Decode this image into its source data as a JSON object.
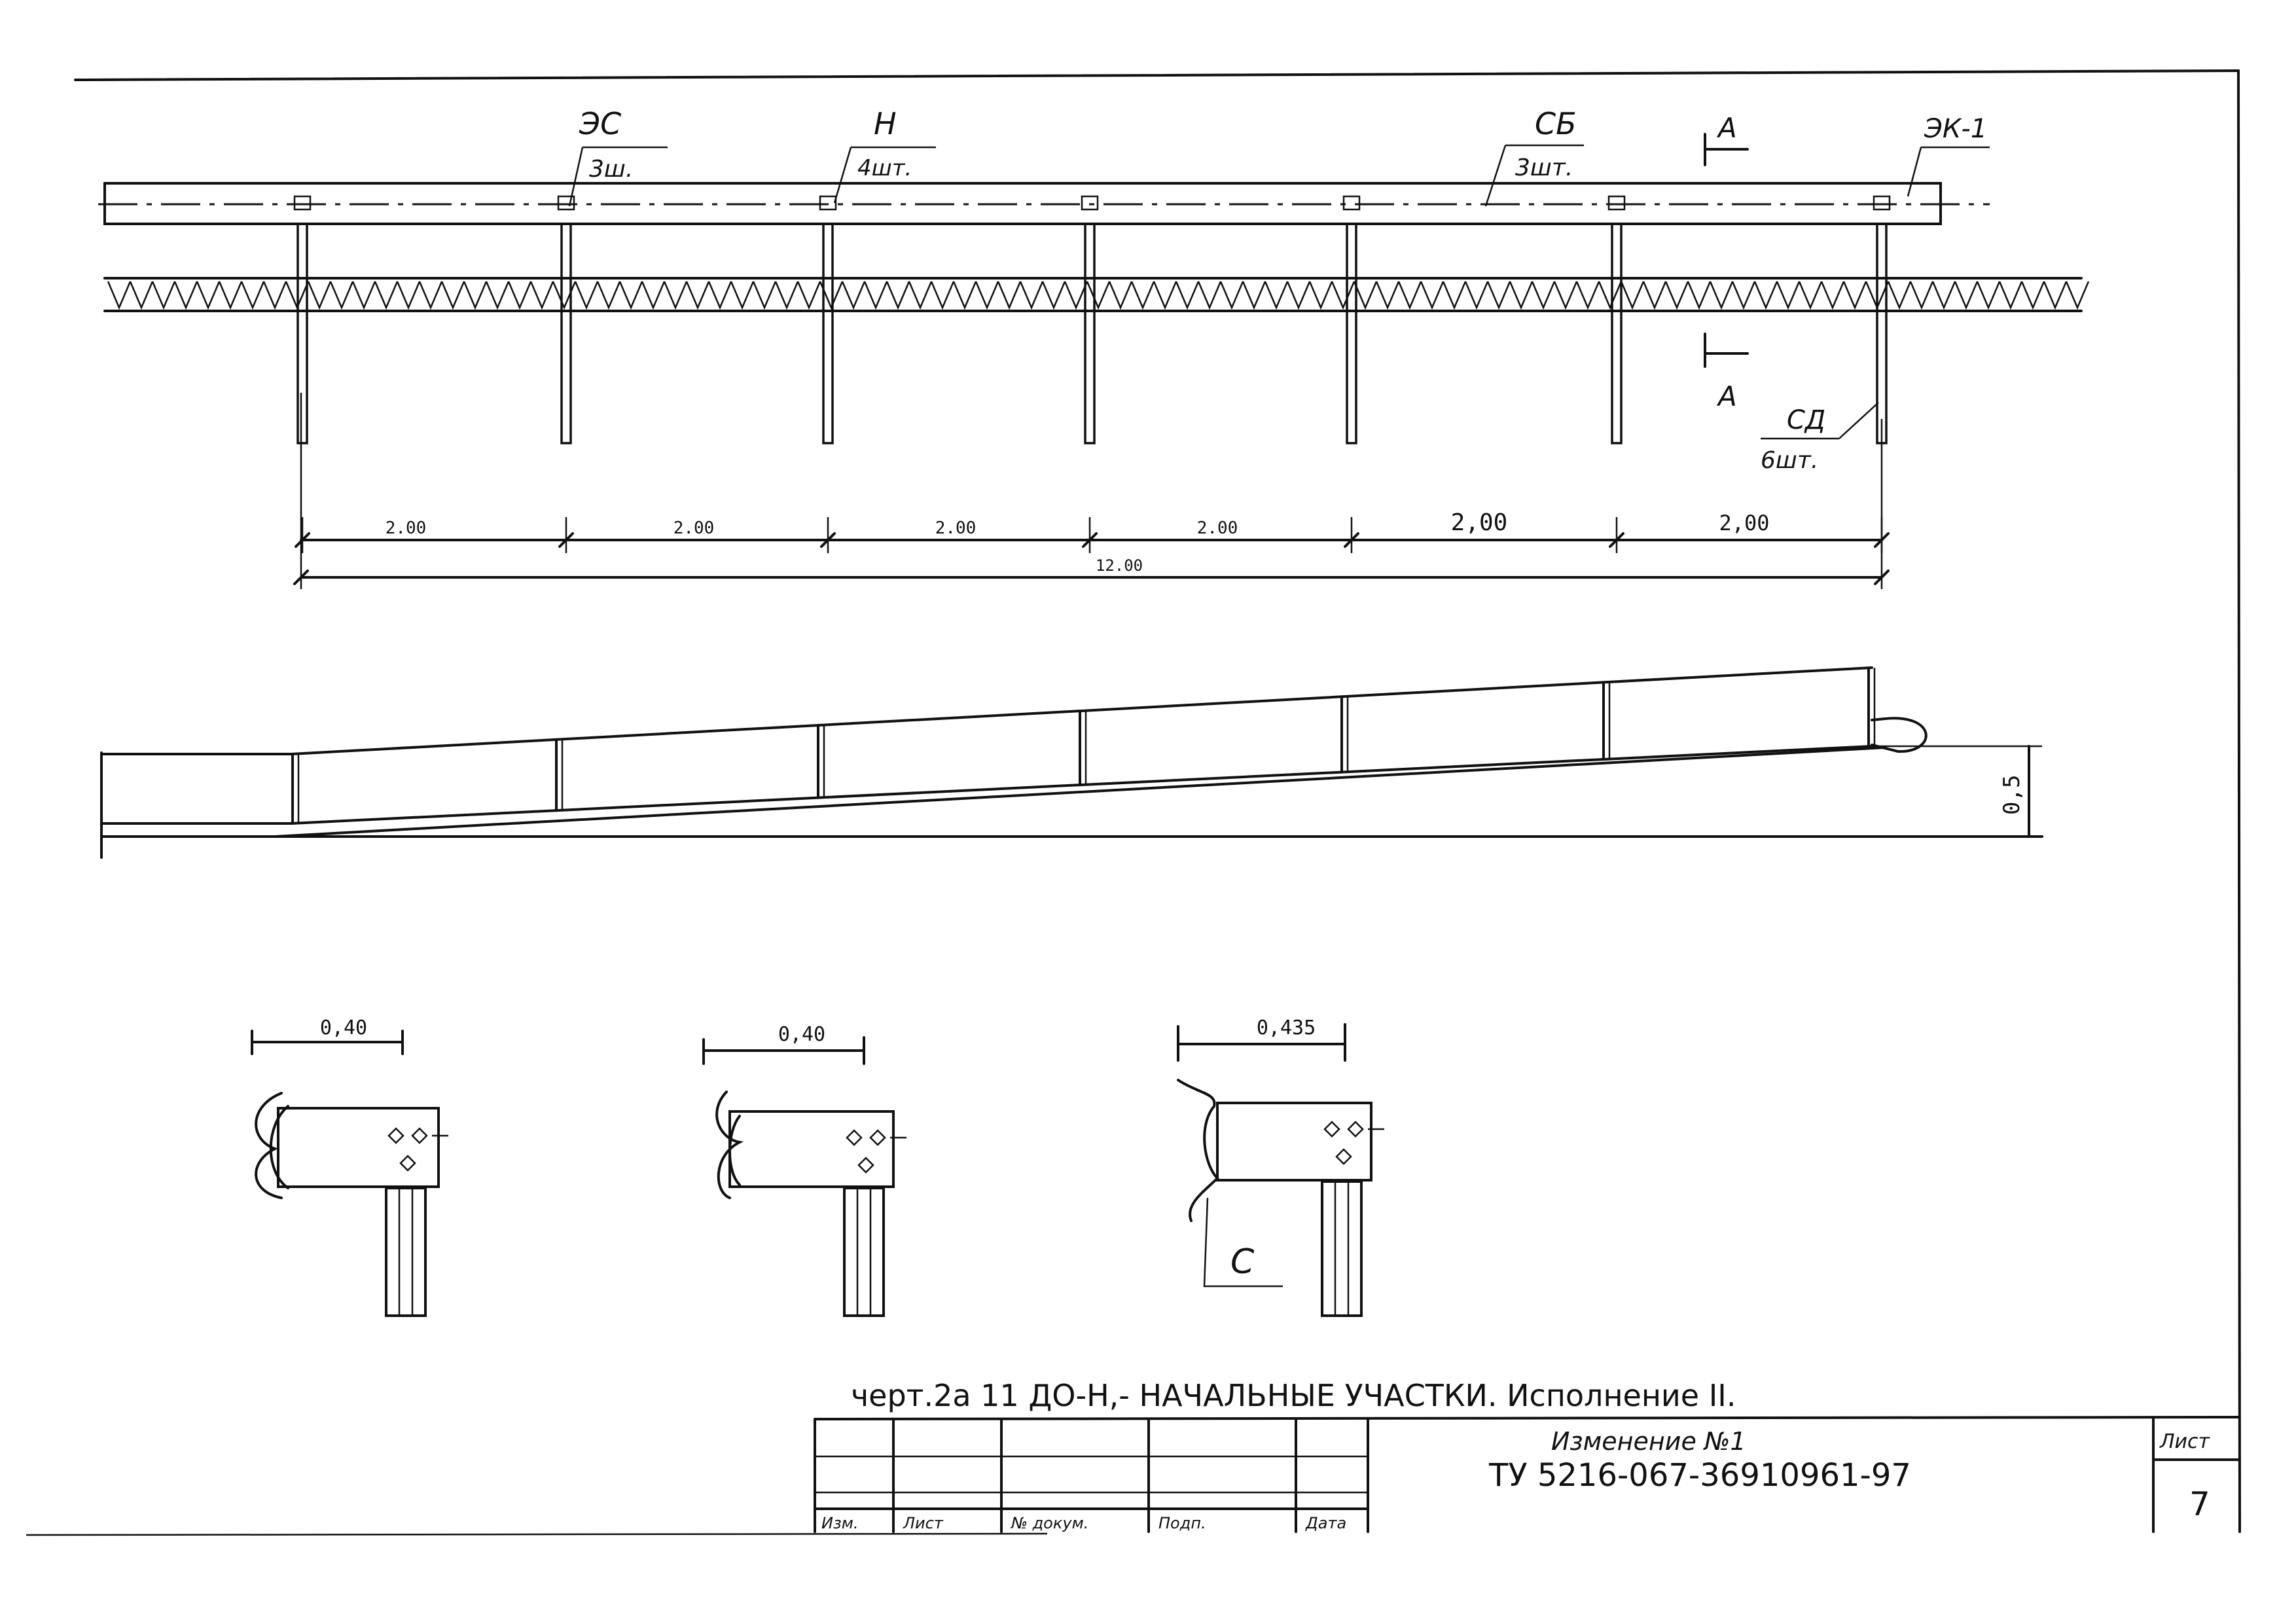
{
  "plan": {
    "labels": {
      "es": "ЭС",
      "es_qty": "3ш.",
      "n": "Н",
      "n_qty": "4шт.",
      "sb": "СБ",
      "sb_qty": "3шт.",
      "ek": "ЭК-1",
      "cd": "СД",
      "cd_qty": "6шт.",
      "section_top": "А",
      "section_bottom": "А"
    },
    "spans": [
      "2.00",
      "2.00",
      "2.00",
      "2.00",
      "2,00",
      "2,00"
    ],
    "total": "12.00"
  },
  "elevation": {
    "height_label": "0,5"
  },
  "details": [
    {
      "width": "0,40"
    },
    {
      "width": "0,40"
    },
    {
      "width": "0,435",
      "callout": "С"
    }
  ],
  "caption": {
    "text": "черт.2а  11 ДО-Н,- НАЧАЛЬНЫЕ УЧАСТКИ. Исполнение II."
  },
  "title_block": {
    "change": "Изменение №1",
    "doc_code": "ТУ 5216-067-36910961-97",
    "sheet_label": "Лист",
    "sheet_number": "7",
    "columns": [
      "Изм.",
      "Лист",
      "№ докум.",
      "Подп.",
      "Дата"
    ]
  }
}
